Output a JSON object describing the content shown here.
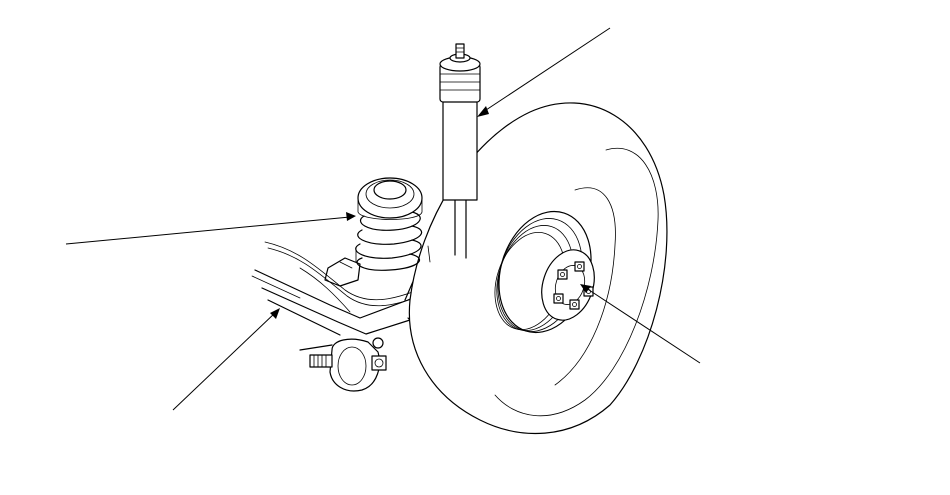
{
  "diagram": {
    "callouts": [
      {
        "target": "shock-absorber"
      },
      {
        "target": "coil-spring"
      },
      {
        "target": "axle-beam"
      },
      {
        "target": "hub-nuts"
      }
    ],
    "colors": {
      "line": "#000000",
      "background": "#ffffff"
    }
  }
}
